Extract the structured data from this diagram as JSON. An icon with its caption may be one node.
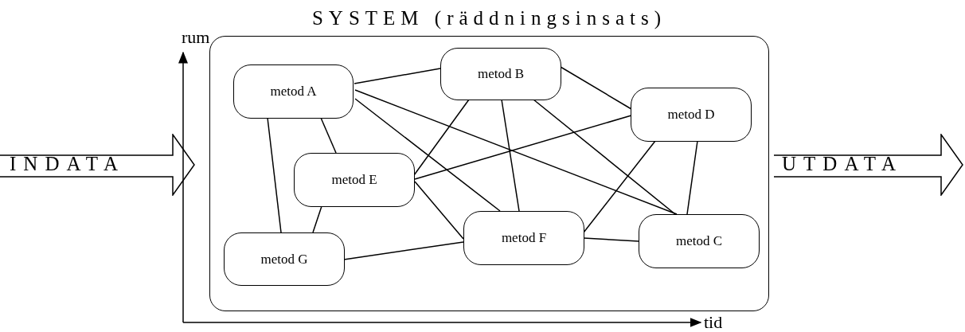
{
  "diagram": {
    "nodes": [
      {
        "text": [
          "INDATA"
        ]
      },
      {
        "text": [
          "SYSTEM (räddningsinsats)"
        ]
      },
      {
        "text": [
          "metod A"
        ],
        "in": 1
      },
      {
        "text": [
          "metod B"
        ],
        "in": 1
      },
      {
        "text": [
          "metod D"
        ],
        "in": 1
      },
      {
        "text": [
          "metod E"
        ],
        "in": 1
      },
      {
        "text": [
          "metod F"
        ],
        "in": 1
      },
      {
        "text": [
          "metod C"
        ],
        "in": 1
      },
      {
        "text": [
          "metod G"
        ],
        "in": 1
      },
      {
        "text": [
          "UTDATA"
        ]
      }
    ],
    "edges": [
      {
        "from": 2,
        "to": 3,
        "arrow": "none"
      },
      {
        "from": 2,
        "to": 5,
        "arrow": "none"
      },
      {
        "from": 2,
        "to": 8,
        "arrow": "none"
      },
      {
        "from": 2,
        "to": 6,
        "arrow": "none"
      },
      {
        "from": 2,
        "to": 7,
        "arrow": "none"
      },
      {
        "from": 3,
        "to": 5,
        "arrow": "none"
      },
      {
        "from": 3,
        "to": 6,
        "arrow": "none"
      },
      {
        "from": 3,
        "to": 7,
        "arrow": "none"
      },
      {
        "from": 3,
        "to": 4,
        "arrow": "none"
      },
      {
        "from": 4,
        "to": 5,
        "arrow": "none"
      },
      {
        "from": 4,
        "to": 6,
        "arrow": "none"
      },
      {
        "from": 4,
        "to": 7,
        "arrow": "none"
      },
      {
        "from": 5,
        "to": 8,
        "arrow": "none"
      },
      {
        "from": 5,
        "to": 6,
        "arrow": "none"
      },
      {
        "from": 8,
        "to": 6,
        "arrow": "none"
      },
      {
        "from": 6,
        "to": 7,
        "arrow": "none"
      }
    ],
    "labels": [
      "rum",
      "tid"
    ]
  }
}
